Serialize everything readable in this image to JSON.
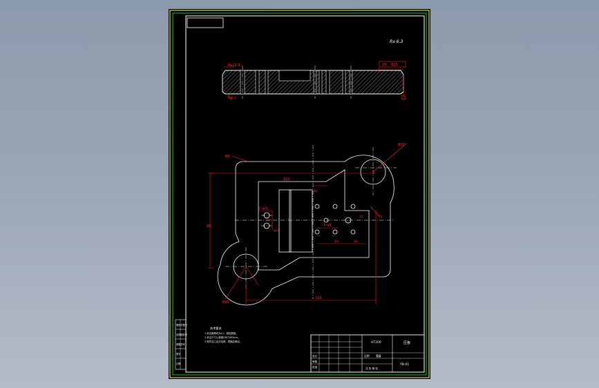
{
  "window": {
    "background_top": "#8c9aad",
    "background_bottom": "#b4bcc8"
  },
  "sheet": {
    "background": "#000000",
    "border_color": "#d8e23a",
    "frame_color": "#22c12a",
    "geometry_color": "#ffffff",
    "dimension_color": "#ff1a1a"
  },
  "roughness_note": "Ra 6.3",
  "technical_requirements": {
    "title": "技术要求",
    "items": [
      "1.未注倒角均为C1，锐边倒钝。",
      "2.未注尺寸公差按GB/T1804-m。",
      "3.零件加工后去毛刺，表面应清洁。"
    ]
  },
  "title_block": {
    "material": "HT200",
    "part_name": "压板",
    "drawing_no": "YB-01",
    "scale_label": "比例",
    "sheet_label": "共 张 第 张",
    "design_label": "设计",
    "check_label": "审核",
    "approve_label": "批准",
    "weight_label": "重量"
  },
  "left_column_labels": [
    "借用件登记",
    "旧底图总号",
    "底图总号",
    "签字",
    "日期"
  ],
  "dimensions": {
    "top": [
      "Ra12.5",
      "20",
      "R25",
      "Ra6.3"
    ],
    "plan": [
      "R8",
      "R30",
      "160",
      "80",
      "86",
      "2×φ25",
      "68",
      "φ12",
      "7",
      "4×φ8",
      "60",
      "28",
      "12",
      "16",
      "R35",
      "150"
    ]
  }
}
